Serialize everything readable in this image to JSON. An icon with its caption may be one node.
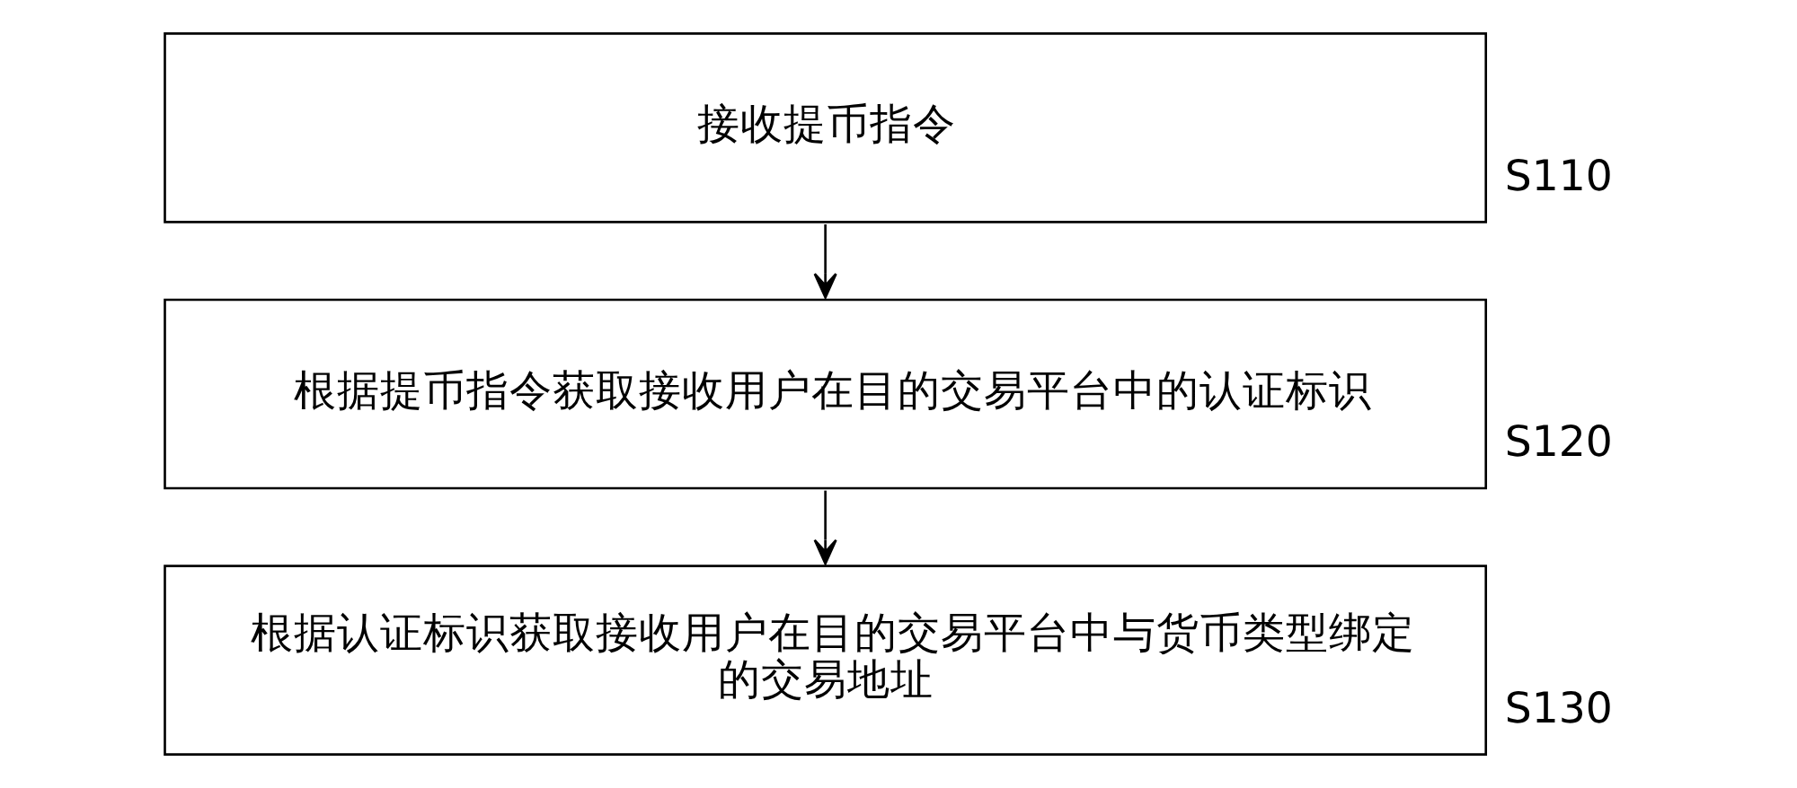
{
  "diagram": {
    "nodes": [
      {
        "text": [
          "接收提币指令"
        ],
        "beside": [
          "S110"
        ]
      },
      {
        "text": [
          "根据提币指令获取接收用户在目的交易平台中的认证标识"
        ],
        "beside": [
          "S120"
        ]
      },
      {
        "text": [
          "根据认证标识获取接收用户在目的交易平台中与货币类型绑定的交易地址"
        ],
        "beside": [
          "S130"
        ]
      }
    ],
    "edges": [
      {
        "from": 0,
        "to": 1,
        "arrow": "to"
      },
      {
        "from": 1,
        "to": 2,
        "arrow": "to"
      }
    ]
  }
}
